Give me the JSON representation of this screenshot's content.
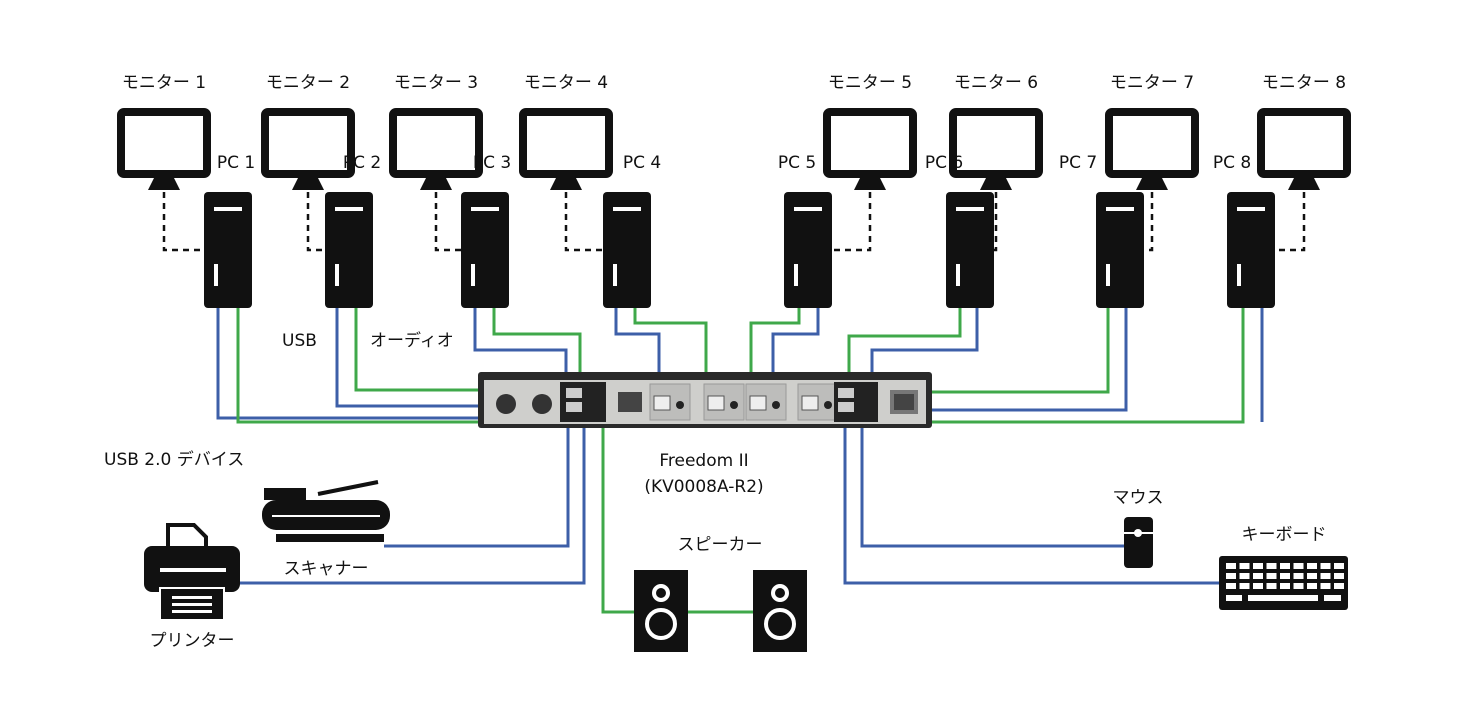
{
  "monitors": [
    {
      "label": "モニター 1",
      "pc": "PC 1"
    },
    {
      "label": "モニター 2",
      "pc": "PC 2"
    },
    {
      "label": "モニター 3",
      "pc": "PC 3"
    },
    {
      "label": "モニター 4",
      "pc": "PC 4"
    },
    {
      "label": "モニター 5",
      "pc": "PC 5"
    },
    {
      "label": "モニター 6",
      "pc": "PC 6"
    },
    {
      "label": "モニター 7",
      "pc": "PC 7"
    },
    {
      "label": "モニター 8",
      "pc": "PC 8"
    }
  ],
  "legend": {
    "usb": "USB",
    "audio": "オーディオ"
  },
  "device": {
    "name": "Freedom II",
    "model": "(KV0008A-R2)"
  },
  "peripherals": {
    "usb_devices": "USB 2.0 デバイス",
    "scanner": "スキャナー",
    "printer": "プリンター",
    "speaker": "スピーカー",
    "mouse": "マウス",
    "keyboard": "キーボード"
  },
  "colors": {
    "usb": "#3d5fa8",
    "audio": "#3fa84a",
    "device": "#d8d8d6"
  }
}
